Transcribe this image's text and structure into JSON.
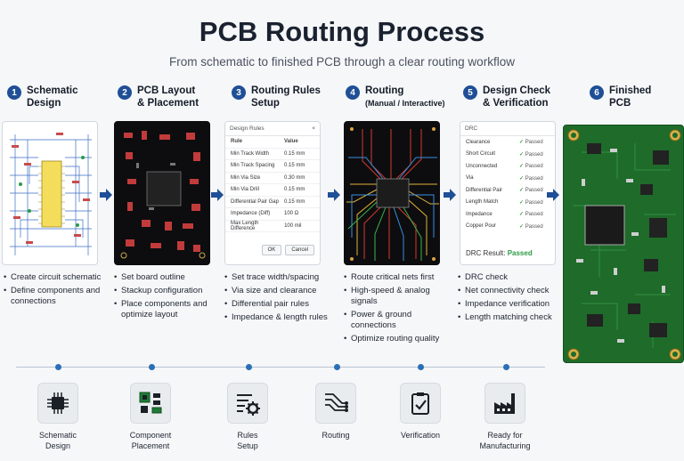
{
  "header": {
    "title": "PCB Routing Process",
    "subtitle": "From schematic to finished PCB through a clear routing workflow"
  },
  "steps": [
    {
      "num": "1",
      "line1": "Schematic",
      "line2": "Design",
      "sub": ""
    },
    {
      "num": "2",
      "line1": "PCB Layout",
      "line2": "& Placement",
      "sub": ""
    },
    {
      "num": "3",
      "line1": "Routing Rules",
      "line2": "Setup",
      "sub": ""
    },
    {
      "num": "4",
      "line1": "Routing",
      "line2": "",
      "sub": "(Manual / Interactive)"
    },
    {
      "num": "5",
      "line1": "Design Check",
      "line2": "& Verification",
      "sub": ""
    },
    {
      "num": "6",
      "line1": "Finished",
      "line2": "PCB",
      "sub": ""
    }
  ],
  "bullets": [
    [
      "Create circuit schematic",
      "Define components and connections"
    ],
    [
      "Set board outline",
      "Stackup configuration",
      "Place components and optimize layout"
    ],
    [
      "Set trace width/spacing",
      "Via size and clearance",
      "Differential pair rules",
      "Impedance & length rules"
    ],
    [
      "Route critical nets first",
      "High-speed & analog signals",
      "Power & ground connections",
      "Optimize routing quality"
    ],
    [
      "DRC check",
      "Net connectivity check",
      "Impedance verification",
      "Length matching check"
    ]
  ],
  "rules_dialog": {
    "title": "Design Rules",
    "close": "×",
    "col_rule": "Rule",
    "col_value": "Value",
    "rows": [
      {
        "rule": "Min Track Width",
        "value": "0.15 mm"
      },
      {
        "rule": "Min Track Spacing",
        "value": "0.15 mm"
      },
      {
        "rule": "Min Via Size",
        "value": "0.30 mm"
      },
      {
        "rule": "Min Via Drill",
        "value": "0.15 mm"
      },
      {
        "rule": "Differential Pair Gap",
        "value": "0.15 mm"
      },
      {
        "rule": "Impedance (Diff)",
        "value": "100 Ω"
      },
      {
        "rule": "Max Length Difference",
        "value": "100 mil"
      }
    ],
    "ok": "OK",
    "cancel": "Cancel"
  },
  "drc_dialog": {
    "title": "DRC",
    "rows": [
      {
        "check": "Clearance",
        "status": "Passed"
      },
      {
        "check": "Short Circuit",
        "status": "Passed"
      },
      {
        "check": "Unconnected",
        "status": "Passed"
      },
      {
        "check": "Via",
        "status": "Passed"
      },
      {
        "check": "Differential Pair",
        "status": "Passed"
      },
      {
        "check": "Length Match",
        "status": "Passed"
      },
      {
        "check": "Impedance",
        "status": "Passed"
      },
      {
        "check": "Copper Pour",
        "status": "Passed"
      }
    ],
    "result_label": "DRC Result:",
    "result_value": "Passed"
  },
  "timeline": [
    {
      "line1": "Schematic",
      "line2": "Design",
      "icon": "chip-icon"
    },
    {
      "line1": "Component",
      "line2": "Placement",
      "icon": "components-icon"
    },
    {
      "line1": "Rules",
      "line2": "Setup",
      "icon": "rules-gear-icon"
    },
    {
      "line1": "Routing",
      "line2": "",
      "icon": "routing-icon"
    },
    {
      "line1": "Verification",
      "line2": "",
      "icon": "clipboard-check-icon"
    },
    {
      "line1": "Ready for",
      "line2": "Manufacturing",
      "icon": "factory-icon"
    }
  ],
  "colors": {
    "accent": "#1f4f96",
    "pass": "#2e9a44",
    "pcb_green": "#1e6b2a",
    "board_dark": "#0d0d0f"
  }
}
